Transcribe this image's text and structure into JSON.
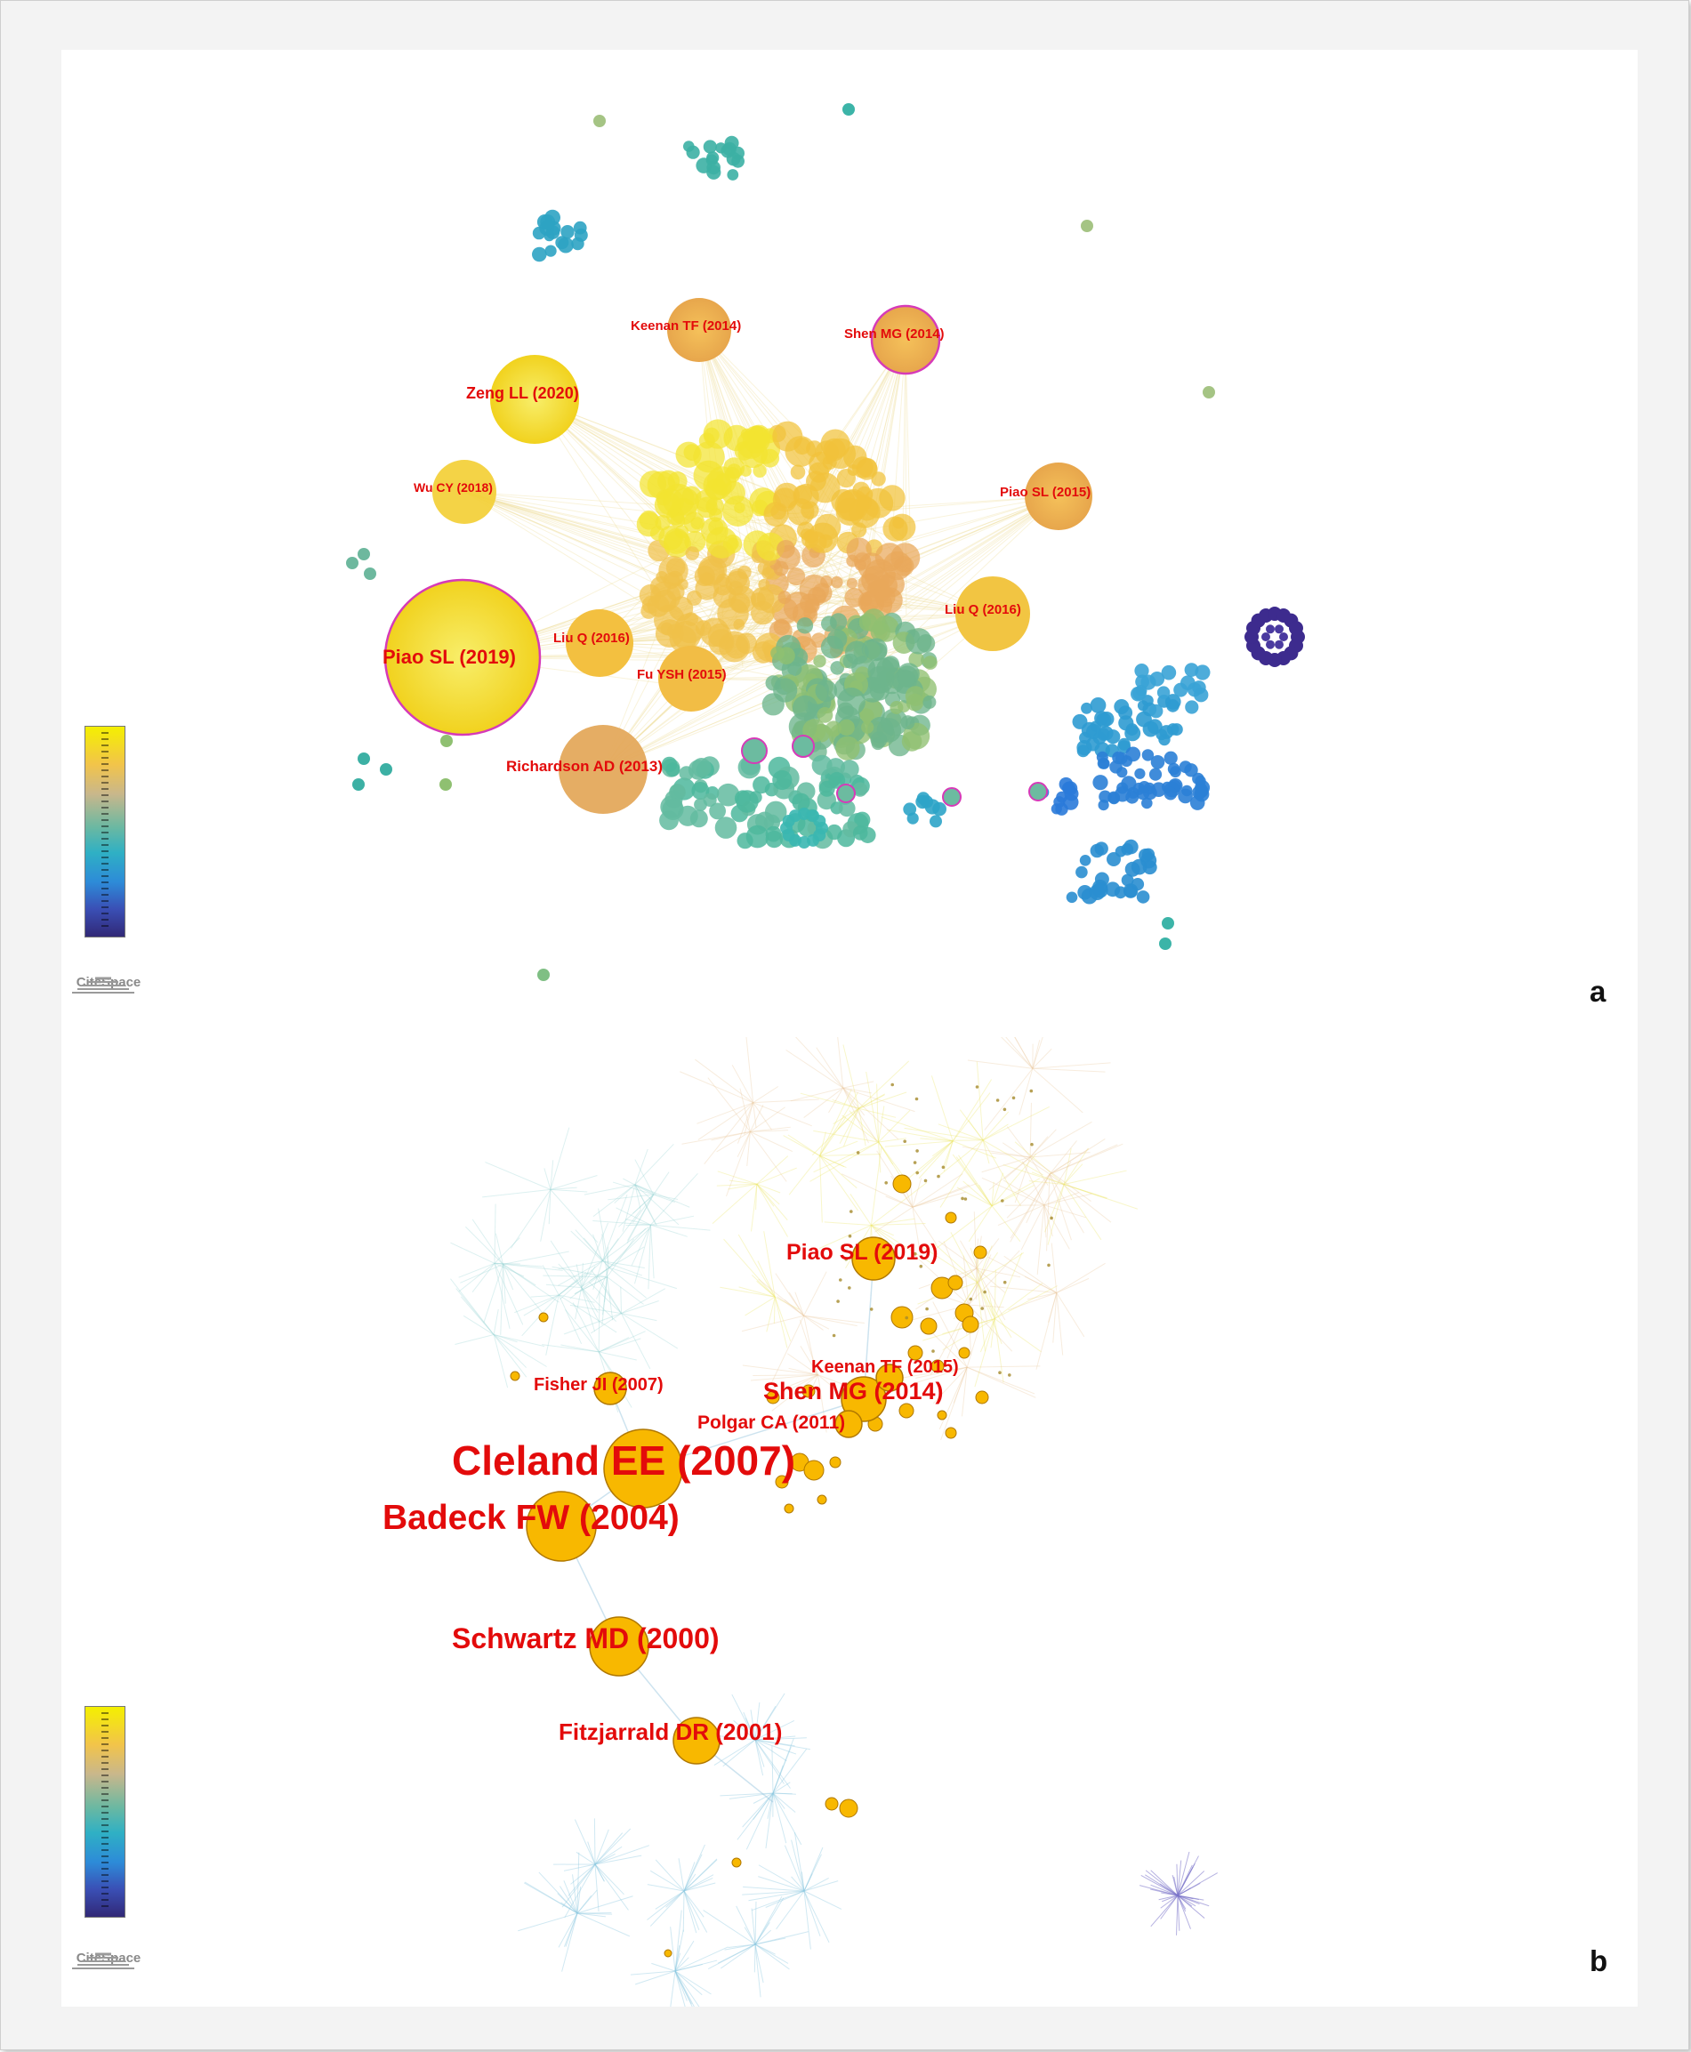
{
  "figure": {
    "panel_a": {
      "letter": "a",
      "logo_text": "CiteSpace",
      "labels": {
        "keenan_tf_2014": "Keenan TF (2014)",
        "shen_mg_2014": "Shen MG (2014)",
        "zeng_ll_2020": "Zeng LL (2020)",
        "wu_cy_2018": "Wu CY (2018)",
        "piao_sl_2015": "Piao SL (2015)",
        "liu_q_2016_right": "Liu Q (2016)",
        "liu_q_2016_left": "Liu Q (2016)",
        "piao_sl_2019": "Piao SL (2019)",
        "fu_ysh_2015": "Fu YSH (2015)",
        "richardson_ad_2013": "Richardson AD (2013)"
      }
    },
    "panel_b": {
      "letter": "b",
      "logo_text": "CiteSpace",
      "labels": {
        "piao_sl_2019": "Piao SL (2019)",
        "keenan_tf_2015": "Keenan TF (2015)",
        "fisher_ji_2007": "Fisher JI (2007)",
        "shen_mg_2014": "Shen MG (2014)",
        "polgar_ca_2011": "Polgar CA (2011)",
        "cleland_ee_2007": "Cleland EE (2007)",
        "badeck_fw_2004": "Badeck FW (2004)",
        "schwartz_md_2000": "Schwartz MD (2000)",
        "fitzjarrald_dr_2001": "Fitzjarrald DR (2001)"
      }
    },
    "colors": {
      "label_red": "#e30b0b",
      "node_orange": "#f5b800",
      "legend_top": "#f4f000",
      "legend_bottom": "#312876"
    }
  }
}
